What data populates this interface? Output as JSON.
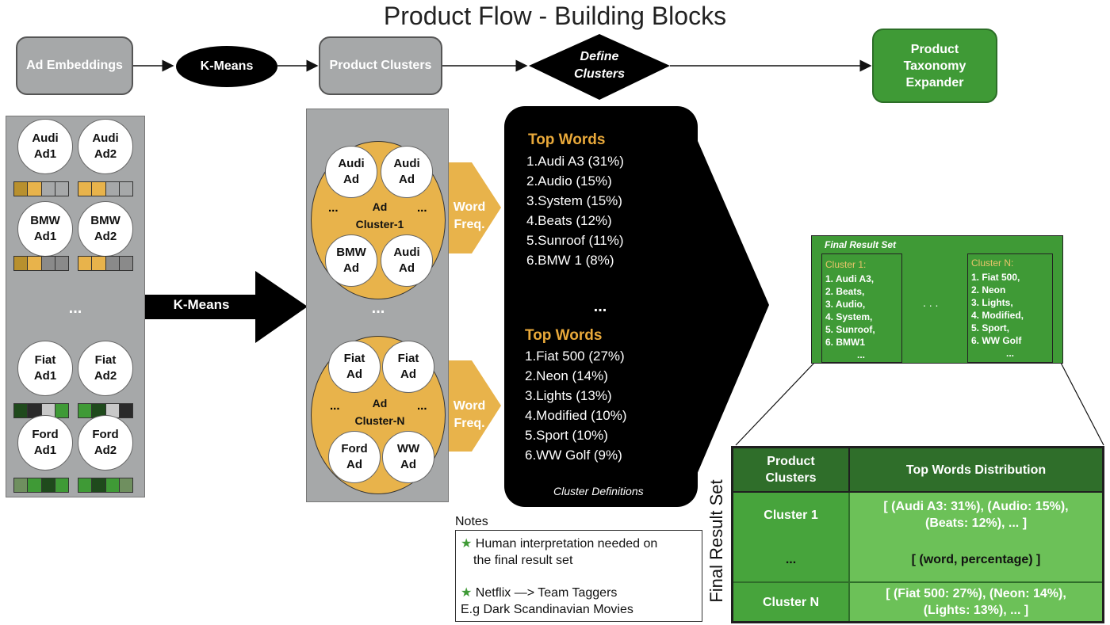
{
  "title": "Product Flow - Building Blocks",
  "flow": {
    "ad_embeddings": "Ad Embeddings",
    "kmeans": "K-Means",
    "product_clusters": "Product Clusters",
    "define_line1": "Define",
    "define_line2": "Clusters",
    "expander_line1": "Product",
    "expander_line2": "Taxonomy",
    "expander_line3": "Expander"
  },
  "ads": {
    "audi1_a": "Audi",
    "audi1_b": "Ad1",
    "audi2_a": "Audi",
    "audi2_b": "Ad2",
    "bmw1_a": "BMW",
    "bmw1_b": "Ad1",
    "bmw2_a": "BMW",
    "bmw2_b": "Ad2",
    "ellipsis": "...",
    "fiat1_a": "Fiat",
    "fiat1_b": "Ad1",
    "fiat2_a": "Fiat",
    "fiat2_b": "Ad2",
    "ford1_a": "Ford",
    "ford1_b": "Ad1",
    "ford2_a": "Ford",
    "ford2_b": "Ad2"
  },
  "strip_colors": {
    "gold": "#e8b34b",
    "gray": "#a6a8a9",
    "darkgreen": "#1f4a1c",
    "green": "#3f9a36",
    "lightgray": "#c8c8c8",
    "dark": "#2a2a2a"
  },
  "big_arrow_label": "K-Means",
  "clusters": {
    "c1_circles": [
      [
        "Audi",
        "Ad"
      ],
      [
        "Audi",
        "Ad"
      ],
      [
        "BMW",
        "Ad"
      ],
      [
        "Audi",
        "Ad"
      ]
    ],
    "c1_label_a": "Ad",
    "c1_label_b": "Cluster-1",
    "cn_circles": [
      [
        "Fiat",
        "Ad"
      ],
      [
        "Fiat",
        "Ad"
      ],
      [
        "Ford",
        "Ad"
      ],
      [
        "WW",
        "Ad"
      ]
    ],
    "cn_label_a": "Ad",
    "cn_label_b": "Cluster-N",
    "ellipsis": "...",
    "between": "..."
  },
  "word_freq_a": "Word",
  "word_freq_b": "Freq.",
  "definitions": {
    "head1": "Top Words",
    "list1": [
      "1.Audi A3 (31%)",
      "2.Audio (15%)",
      "3.System (15%)",
      "4.Beats (12%)",
      "5.Sunroof (11%)",
      "6.BMW 1 (8%)"
    ],
    "middle": "...",
    "head2": "Top Words",
    "list2": [
      "1.Fiat 500 (27%)",
      "2.Neon (14%)",
      "3.Lights (13%)",
      "4.Modified (10%)",
      "5.Sport (10%)",
      "6.WW Golf (9%)"
    ],
    "caption": "Cluster Definitions"
  },
  "small_result": {
    "title": "Final Result Set",
    "c1_head": "Cluster 1:",
    "c1_items": [
      "1. Audi A3,",
      "2. Beats,",
      "3. Audio,",
      "4. System,",
      "5. Sunroof,",
      "6. BMW1",
      "..."
    ],
    "middle": ". . .",
    "cn_head": "Cluster N:",
    "cn_items": [
      "1. Fiat 500,",
      "2. Neon",
      "3. Lights,",
      "4. Modified,",
      "5. Sport,",
      "6. WW Golf",
      "..."
    ]
  },
  "table": {
    "vertical_label": "Final Result Set",
    "header_col1_a": "Product",
    "header_col1_b": "Clusters",
    "header_col2": "Top Words Distribution",
    "row1_col1": "Cluster 1",
    "row1_col2_a": "[ (Audi A3: 31%), (Audio: 15%),",
    "row1_col2_b": "(Beats: 12%), ... ]",
    "row2_col1": "...",
    "row2_col2": "[ (word, percentage) ]",
    "row3_col1": "Cluster N",
    "row3_col2_a": "[ (Fiat 500: 27%), (Neon: 14%),",
    "row3_col2_b": "(Lights: 13%), ... ]"
  },
  "notes": {
    "title": "Notes",
    "star": "★",
    "line1": "Human interpretation needed on",
    "line2": "the final result set",
    "line3": "Netflix —> Team Taggers",
    "line4": "E.g Dark Scandinavian Movies"
  }
}
